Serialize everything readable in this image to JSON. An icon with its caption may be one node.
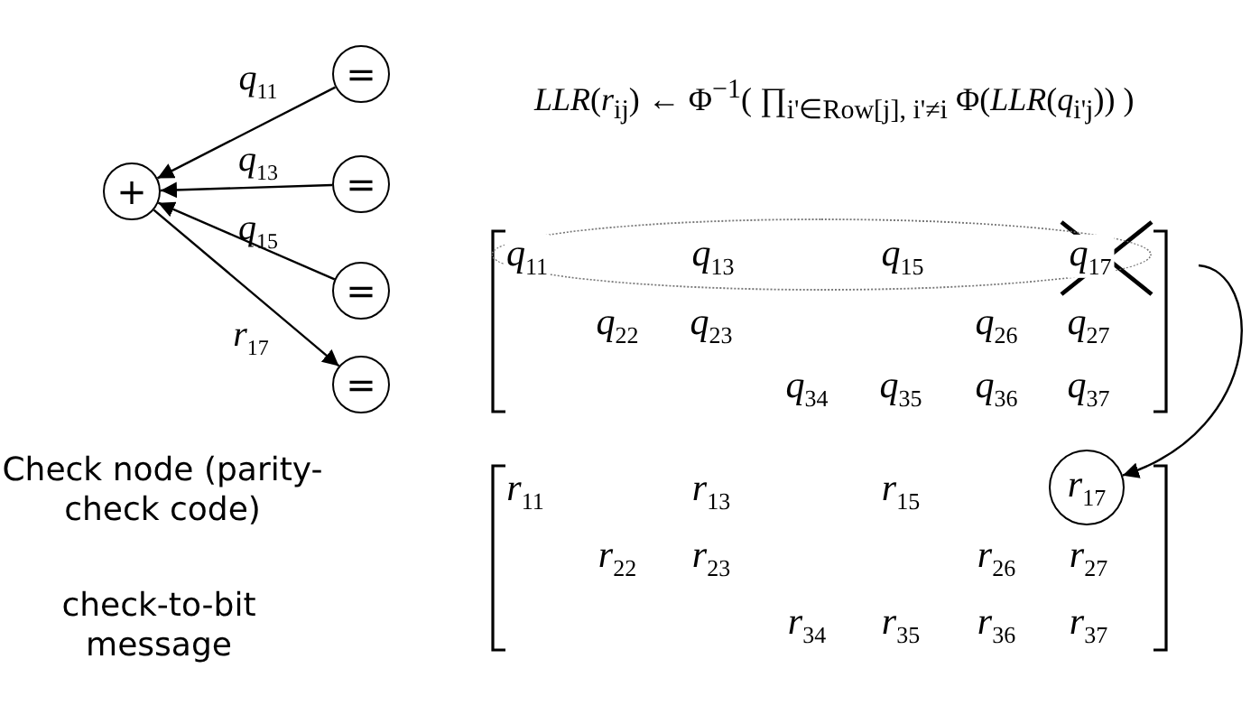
{
  "diagram": {
    "nodes": [
      {
        "text": [
          "+"
        ]
      },
      {
        "text": [
          "="
        ]
      },
      {
        "text": [
          "="
        ]
      },
      {
        "text": [
          "="
        ]
      },
      {
        "text": [
          "="
        ]
      },
      {
        "text": [
          "*q*$_{11}$",
          "*q*$_{13}$",
          "*q*$_{15}$",
          "*q*$_{17}$"
        ]
      },
      {
        "text": [
          "*r*$_{17}$"
        ]
      }
    ],
    "edges": [
      {
        "from": 1,
        "to": 0,
        "arrow": "to",
        "label": "*q*$_{11}$"
      },
      {
        "from": 2,
        "to": 0,
        "arrow": "to",
        "label": "*q*$_{13}$"
      },
      {
        "from": 3,
        "to": 0,
        "arrow": "to",
        "label": "*q*$_{15}$"
      },
      {
        "from": 0,
        "to": 4,
        "arrow": "to",
        "label": "*r*$_{17}$"
      },
      {
        "from": 5,
        "to": 6,
        "arrow": "to"
      }
    ],
    "labels": [
      "*LLR*(*r*$_{ij}$) ← Φ$^{−1}$( ∏$_{i'∈Row[j], i'≠i}$ Φ(*LLR*(*q*$_{i'j}$)) )",
      "*q*$_{22}$",
      "*q*$_{23}$",
      "*q*$_{26}$",
      "*q*$_{27}$",
      "*q*$_{34}$",
      "*q*$_{35}$",
      "*q*$_{36}$",
      "*q*$_{37}$",
      "Check node (parity-check code)",
      "*r*$_{11}$",
      "*r*$_{13}$",
      "*r*$_{15}$",
      "*r*$_{22}$",
      "*r*$_{23}$",
      "*r*$_{26}$",
      "*r*$_{27}$",
      "*r*$_{34}$",
      "*r*$_{35}$",
      "*r*$_{36}$",
      "*r*$_{37}$",
      "check-to-bit message"
    ]
  }
}
